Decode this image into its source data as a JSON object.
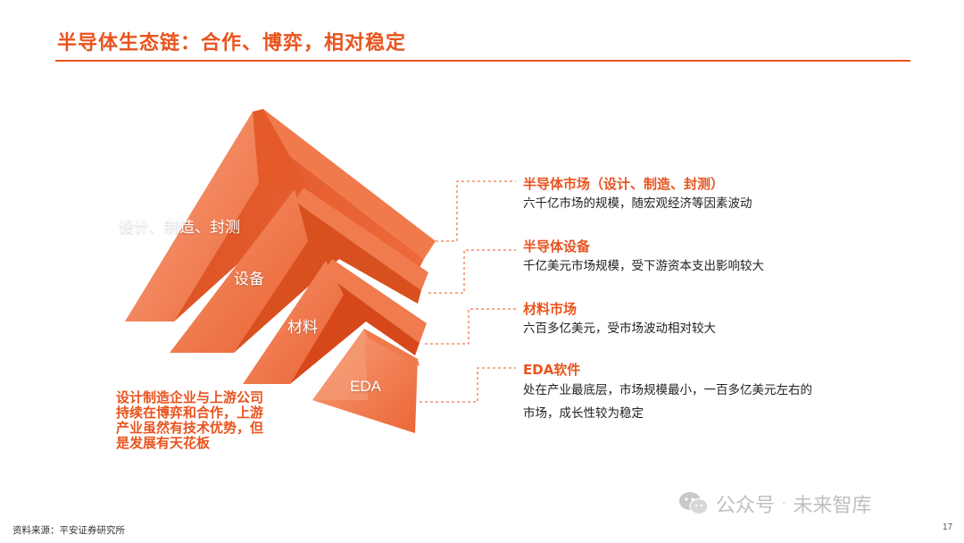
{
  "title": "半导体生态链：合作、博弈，相对稳定",
  "layers": [
    {
      "label": "设计、制造、封测"
    },
    {
      "label": "设备"
    },
    {
      "label": "材料"
    },
    {
      "label": "EDA"
    }
  ],
  "descriptions": [
    {
      "title": "半导体市场（设计、制造、封测）",
      "lines": [
        "六千亿市场的规模，随宏观经济等因素波动"
      ]
    },
    {
      "title": "半导体设备",
      "lines": [
        "千亿美元市场规模，受下游资本支出影响较大"
      ]
    },
    {
      "title": "材料市场",
      "lines": [
        "六百多亿美元，受市场波动相对较大"
      ]
    },
    {
      "title": "EDA软件",
      "lines": [
        "处在产业最底层，市场规模最小，一百多亿美元左右的",
        "市场，成长性较为稳定"
      ]
    }
  ],
  "note": "设计制造企业与上游公司持续在博弈和合作，上游产业虽然有技术优势，但是发展有天花板",
  "source": "资料来源：平安证券研究所",
  "page_number": "17",
  "watermark": {
    "icon": "wechat-icon",
    "left": "公众号",
    "sep": "·",
    "right": "未来智库"
  },
  "colors": {
    "accent": "#e8541f",
    "face_light": "#f48c67",
    "face_mid": "#ec6a3c",
    "face_dark": "#c84117"
  }
}
